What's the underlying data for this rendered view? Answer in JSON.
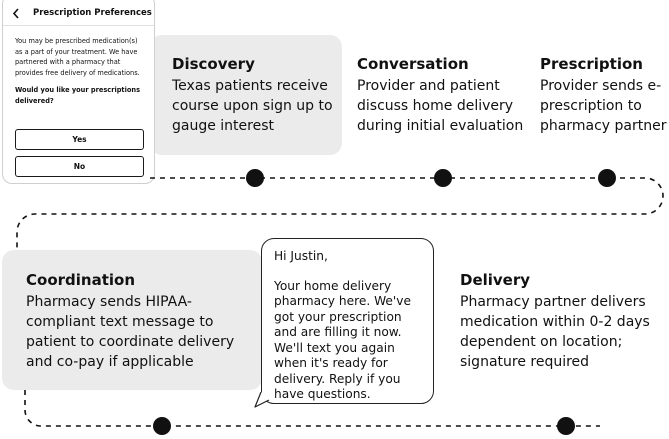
{
  "phone": {
    "title": "Prescription Preferences",
    "body": "You may be prescribed medication(s) as a part of your treatment. We have partnered with a pharmacy that provides free delivery of medications.",
    "question": "Would you like your prescriptions delivered?",
    "yes_label": "Yes",
    "no_label": "No"
  },
  "stages": {
    "discovery": {
      "title": "Discovery",
      "desc": "Texas patients receive course upon sign up to gauge interest"
    },
    "conversation": {
      "title": "Conversation",
      "desc": "Provider and patient discuss home delivery during initial evaluation"
    },
    "prescription": {
      "title": "Prescription",
      "desc": "Provider sends e-prescription to pharmacy partner"
    },
    "coordination": {
      "title": "Coordination",
      "desc": "Pharmacy sends HIPAA-compliant text message to patient to coordinate delivery and co-pay if applicable"
    },
    "delivery": {
      "title": "Delivery",
      "desc": "Pharmacy partner delivers medication within 0-2 days dependent on location; signature required"
    }
  },
  "message": {
    "greeting": "Hi Justin,",
    "body": "Your home delivery pharmacy here. We've got your prescription and are filling it now. We'll text you again when it's ready for delivery. Reply if you have questions."
  },
  "colors": {
    "panel": "#ebebeb",
    "line": "#111111"
  }
}
